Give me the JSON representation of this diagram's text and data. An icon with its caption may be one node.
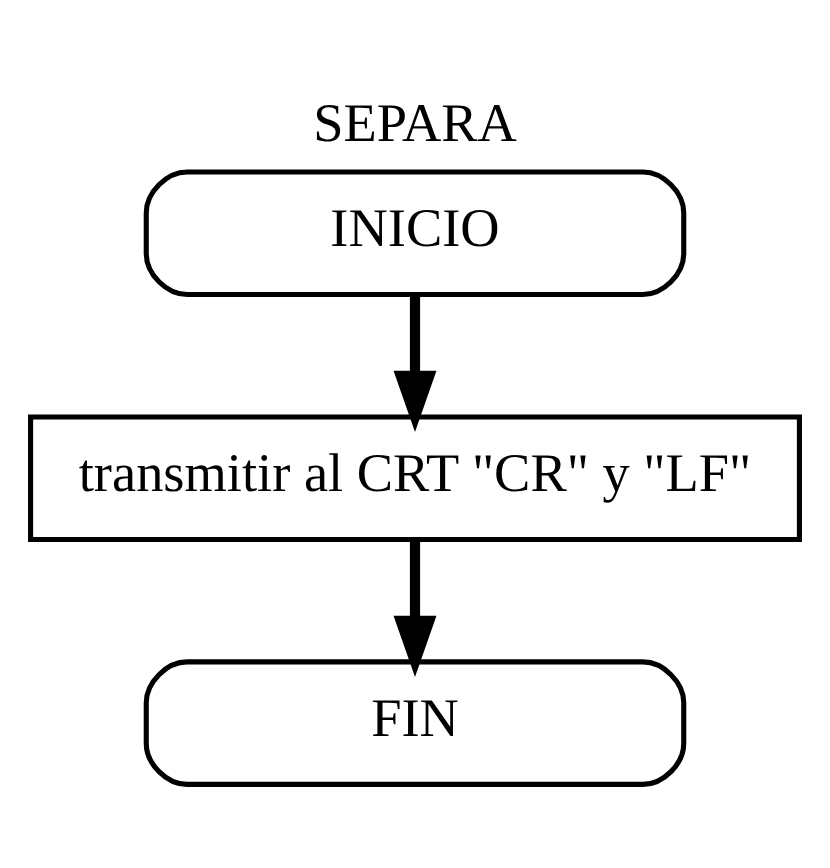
{
  "diagram": {
    "title": "SEPARA",
    "nodes": [
      {
        "text": [
          "INICIO"
        ]
      },
      {
        "text": [
          "transmitir al CRT \"CR\" y \"LF\""
        ]
      },
      {
        "text": [
          "FIN"
        ]
      }
    ],
    "edges": [
      {
        "from": 0,
        "to": 1,
        "arrow": "to"
      },
      {
        "from": 1,
        "to": 2,
        "arrow": "to"
      }
    ]
  }
}
